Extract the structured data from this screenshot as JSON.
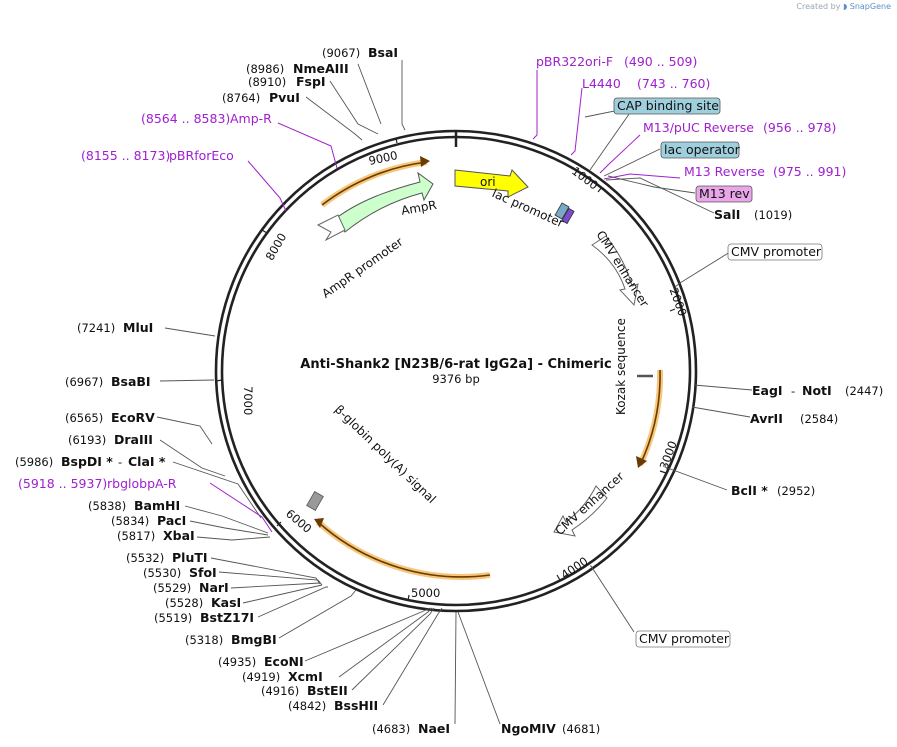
{
  "credit": {
    "prefix": "Created by",
    "brand": "SnapGene"
  },
  "title": "Anti-Shank2 [N23B/6-rat IgG2a] - Chimeric",
  "subtitle": "9376 bp",
  "ticks": [
    "1000",
    "2000",
    "3000",
    "4000",
    "5000",
    "6000",
    "7000",
    "8000",
    "9000"
  ],
  "enzymes": {
    "BsaI": {
      "name": "BsaI",
      "pos": "(9067)"
    },
    "NmeAIII": {
      "name": "NmeAIII",
      "pos": "(8986)"
    },
    "FspI": {
      "name": "FspI",
      "pos": "(8910)"
    },
    "PvuI": {
      "name": "PvuI",
      "pos": "(8764)"
    },
    "MluI": {
      "name": "MluI",
      "pos": "(7241)"
    },
    "BsaBI": {
      "name": "BsaBI",
      "pos": "(6967)"
    },
    "EcoRV": {
      "name": "EcoRV",
      "pos": "(6565)"
    },
    "DraIII": {
      "name": "DraIII",
      "pos": "(6193)"
    },
    "BspDI": {
      "name": "BspDI *",
      "sep": "-",
      "name2": "ClaI *",
      "pos": "(5986)"
    },
    "BamHI": {
      "name": "BamHI",
      "pos": "(5838)"
    },
    "PacI": {
      "name": "PacI",
      "pos": "(5834)"
    },
    "XbaI": {
      "name": "XbaI",
      "pos": "(5817)"
    },
    "PluTI": {
      "name": "PluTI",
      "pos": "(5532)"
    },
    "SfoI": {
      "name": "SfoI",
      "pos": "(5530)"
    },
    "NarI": {
      "name": "NarI",
      "pos": "(5529)"
    },
    "KasI": {
      "name": "KasI",
      "pos": "(5528)"
    },
    "BstZ17I": {
      "name": "BstZ17I",
      "pos": "(5519)"
    },
    "BmgBI": {
      "name": "BmgBI",
      "pos": "(5318)"
    },
    "EcoNI": {
      "name": "EcoNI",
      "pos": "(4935)"
    },
    "XcmI": {
      "name": "XcmI",
      "pos": "(4919)"
    },
    "BstEII": {
      "name": "BstEII",
      "pos": "(4916)"
    },
    "BssHII": {
      "name": "BssHII",
      "pos": "(4842)"
    },
    "NaeI": {
      "name": "NaeI",
      "pos": "(4683)"
    },
    "NgoMIV": {
      "name": "NgoMIV",
      "pos": "(4681)"
    },
    "BclI": {
      "name": "BclI *",
      "pos": "(2952)"
    },
    "AvrII": {
      "name": "AvrII",
      "pos": "(2584)"
    },
    "EagI": {
      "name": "EagI",
      "sep": "-",
      "name2": "NotI",
      "pos": "(2447)"
    },
    "SalI": {
      "name": "SalI",
      "pos": "(1019)"
    }
  },
  "primers": {
    "pBR322oriF": {
      "name": "pBR322ori-F",
      "pos": "(490 .. 509)"
    },
    "L4440": {
      "name": "L4440",
      "pos": "(743 .. 760)"
    },
    "M13pUCReverse": {
      "name": "M13/pUC Reverse",
      "pos": "(956 .. 978)"
    },
    "M13Reverse": {
      "name": "M13 Reverse",
      "pos": "(975 .. 991)"
    },
    "AmpR": {
      "name": "Amp-R",
      "pos": "(8564 .. 8583)"
    },
    "pBRforEco": {
      "name": "pBRforEco",
      "pos": "(8155 .. 8173)"
    },
    "rbglobpAR": {
      "name": "rbglobpA-R",
      "pos": "(5918 .. 5937)"
    }
  },
  "boxes": {
    "cap": "CAP binding site",
    "lacop": "lac operator",
    "m13rev": "M13 rev",
    "cmv1": "CMV promoter",
    "cmv2": "CMV promoter"
  },
  "features": {
    "ori": "ori",
    "ampr": "AmpR",
    "amprpromoter": "AmpR promoter",
    "lacpromoter": "lac promoter",
    "cmvenh1": "CMV enhancer",
    "kozak": "Kozak sequence",
    "cmvenh2": "CMV enhancer",
    "polya": "β-globin poly(A) signal"
  },
  "colors": {
    "backbone": "#222222",
    "primer": "#a020d0",
    "orf_highlight": "#f6c77a",
    "ori": "#ffff00",
    "ampr": "#ccffcc",
    "cap_box": "#9fcfdc",
    "m13_box": "#e9a6e9"
  }
}
